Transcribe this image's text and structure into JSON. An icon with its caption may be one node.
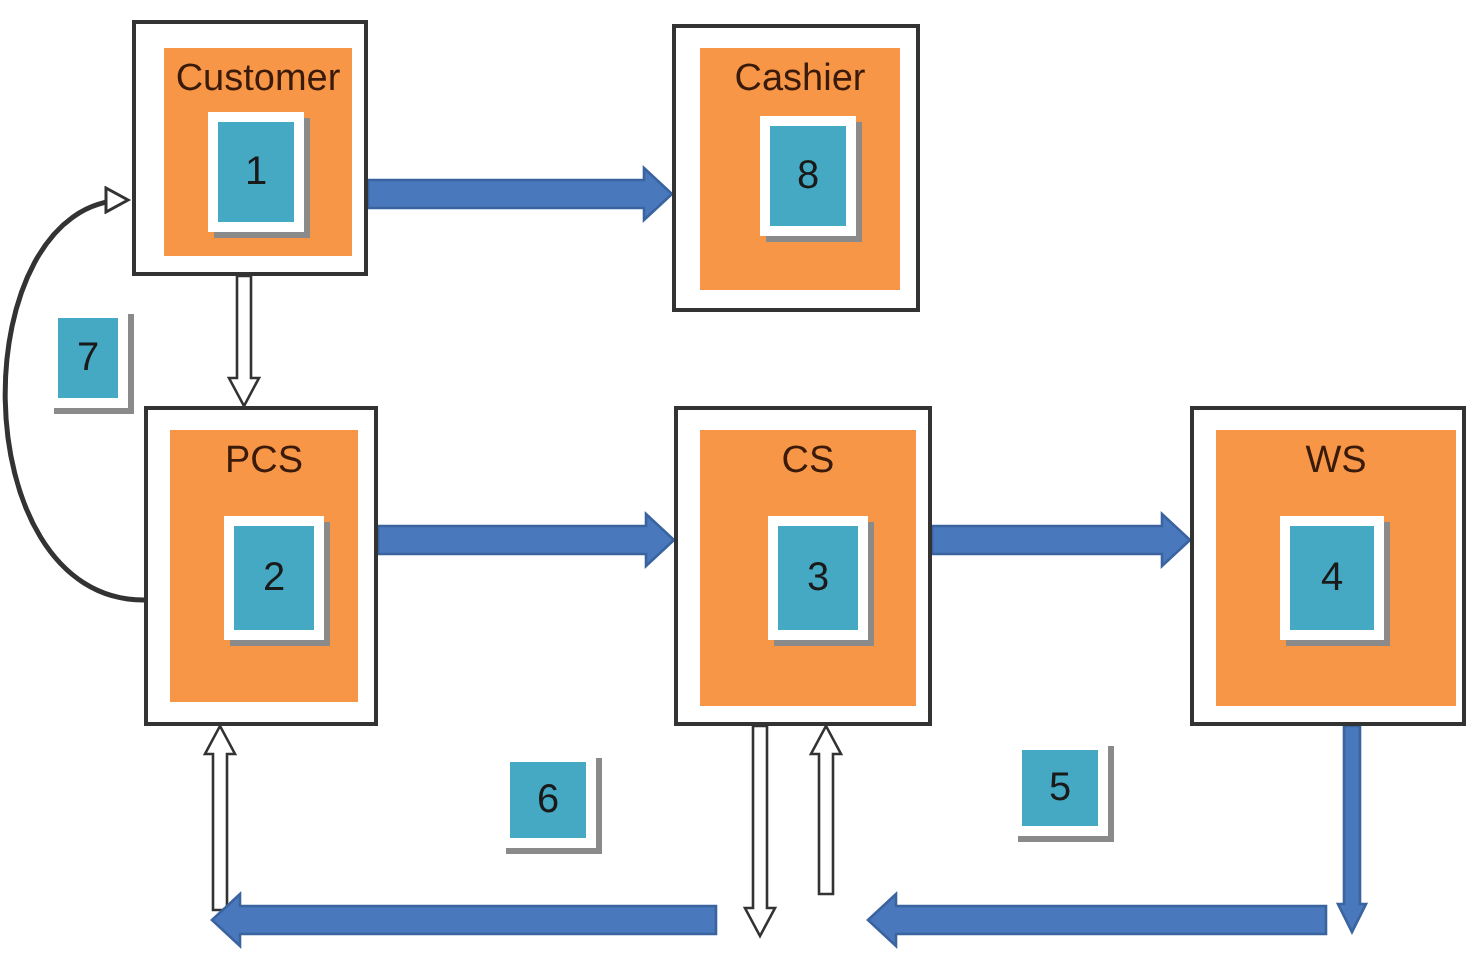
{
  "diagram": {
    "nodes": [
      {
        "text": [],
        "shape": "box"
      },
      {
        "text": [
          "Customer"
        ],
        "in": 0
      },
      {
        "text": [
          "1"
        ],
        "in": 1
      },
      {
        "text": [],
        "shape": "box"
      },
      {
        "text": [
          "Cashier"
        ],
        "in": 3
      },
      {
        "text": [
          "8"
        ],
        "in": 4
      },
      {
        "text": [
          "7"
        ]
      },
      {
        "text": [],
        "shape": "box"
      },
      {
        "text": [
          "PCS"
        ],
        "in": 7
      },
      {
        "text": [
          "2"
        ],
        "in": 8
      },
      {
        "text": [],
        "shape": "box"
      },
      {
        "text": [
          "CS"
        ],
        "in": 10
      },
      {
        "text": [
          "3"
        ],
        "in": 11
      },
      {
        "text": [],
        "shape": "box"
      },
      {
        "text": [
          "WS"
        ],
        "in": 13
      },
      {
        "text": [
          "4"
        ],
        "in": 14
      },
      {
        "text": [
          "6"
        ]
      },
      {
        "text": [
          "5"
        ]
      }
    ],
    "edges": [
      {
        "from": 0,
        "to": 3,
        "arrow": "to",
        "style": "thick",
        "color": "#4a78bd"
      },
      {
        "from": 0,
        "to": 7,
        "arrow": "to"
      },
      {
        "from": 7,
        "to": 0,
        "arrow": "to"
      },
      {
        "from": 7,
        "to": 10,
        "arrow": "to",
        "style": "thick",
        "color": "#4a78bd"
      },
      {
        "from": 10,
        "to": 13,
        "arrow": "to",
        "style": "thick",
        "color": "#4a78bd"
      },
      {
        "from": 13,
        "to": null,
        "arrow": "to",
        "style": "thick",
        "color": "#4a78bd"
      },
      {
        "from": null,
        "to": 10,
        "arrow": "to"
      },
      {
        "from": 10,
        "to": null,
        "arrow": "to"
      },
      {
        "from": null,
        "to": 7,
        "arrow": "to"
      }
    ]
  }
}
